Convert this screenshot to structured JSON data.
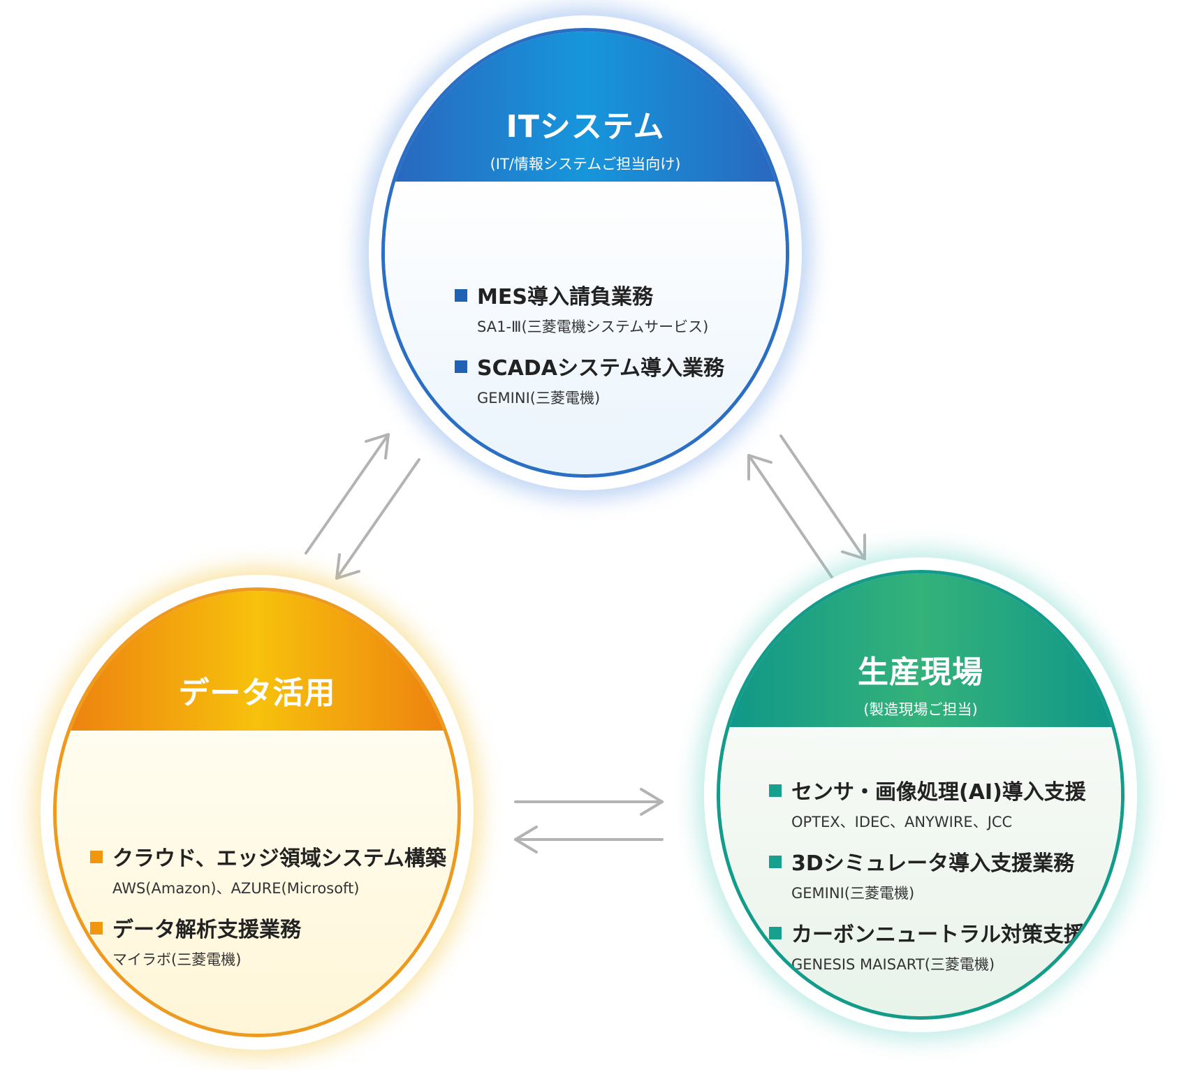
{
  "it": {
    "title": "ITシステム",
    "subtitle": "(IT/情報システムご担当向け)",
    "items": [
      {
        "label": "MES導入請負業務",
        "sub": "SA1-Ⅲ(三菱電機システムサービス)"
      },
      {
        "label": "SCADAシステム導入業務",
        "sub": "GEMINI(三菱電機)"
      }
    ]
  },
  "data_use": {
    "title": "データ活用",
    "items": [
      {
        "label": "クラウド、エッジ領域システム構築",
        "sub": "AWS(Amazon)、AZURE(Microsoft)"
      },
      {
        "label": "データ解析支援業務",
        "sub": "マイラボ(三菱電機)"
      }
    ]
  },
  "production": {
    "title": "生産現場",
    "subtitle": "(製造現場ご担当)",
    "items": [
      {
        "label": "センサ・画像処理(AI)導入支援",
        "sub": "OPTEX、IDEC、ANYWIRE、JCC"
      },
      {
        "label": "3Dシミュレータ導入支援業務",
        "sub": "GEMINI(三菱電機)"
      },
      {
        "label": "カーボンニュートラル対策支援",
        "sub": "GENESIS MAISART(三菱電機)"
      }
    ]
  },
  "colors": {
    "it_accent": "#2a6fc4",
    "data_accent": "#ee9a1e",
    "production_accent": "#139c8a",
    "arrow": "#b3b3b3"
  }
}
